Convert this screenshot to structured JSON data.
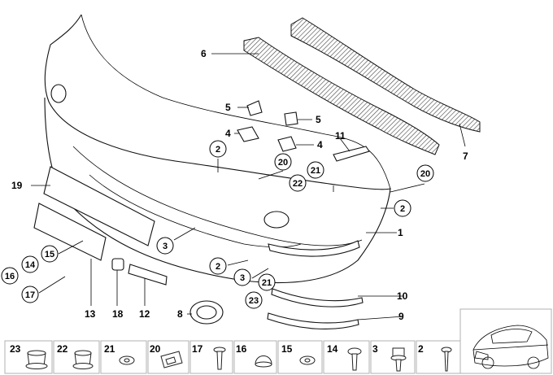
{
  "callouts": {
    "c1": "1",
    "c2a": "2",
    "c2b": "2",
    "c2c": "2",
    "c3a": "3",
    "c3b": "3",
    "c4a": "4",
    "c4b": "4",
    "c5a": "5",
    "c5b": "5",
    "c6": "6",
    "c7": "7",
    "c8": "8",
    "c9": "9",
    "c10": "10",
    "c11": "11",
    "c12": "12",
    "c13": "13",
    "c14": "14",
    "c15": "15",
    "c16": "16",
    "c17": "17",
    "c18": "18",
    "c19": "19",
    "c20a": "20",
    "c20b": "20",
    "c21a": "21",
    "c21b": "21",
    "c22": "22",
    "c23": "23"
  },
  "legend": {
    "cells": [
      "23",
      "22",
      "21",
      "20",
      "17",
      "16",
      "15",
      "14",
      "3",
      "2"
    ]
  }
}
